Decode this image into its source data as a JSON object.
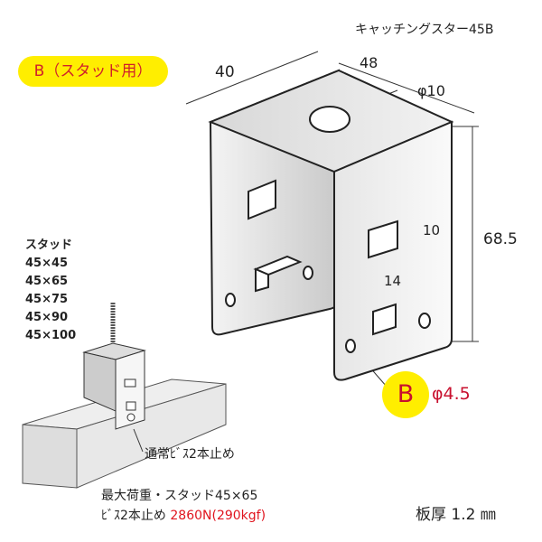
{
  "title": "キャッチングスター45B",
  "badge": "B（スタッド用）",
  "studs": {
    "heading": "スタッド",
    "sizes": [
      "45×45",
      "45×65",
      "45×75",
      "45×90",
      "45×100"
    ]
  },
  "dimensions": {
    "width": "40",
    "depth": "48",
    "top_hole": "φ10",
    "height": "68.5",
    "slot_height": "10",
    "slot_width": "14"
  },
  "hole_label": {
    "letter": "B",
    "diameter": "φ4.5"
  },
  "screw_note": "通常ﾋﾞｽ2本止め",
  "max_load": {
    "line1": "最大荷重・スタッド45×65",
    "line2_prefix": "ﾋﾞｽ2本止め",
    "line2_value": "2860N(290kgf)"
  },
  "thickness": "板厚 1.2 ㎜",
  "colors": {
    "highlight": "#ffee00",
    "accent_red": "#c8102e"
  }
}
